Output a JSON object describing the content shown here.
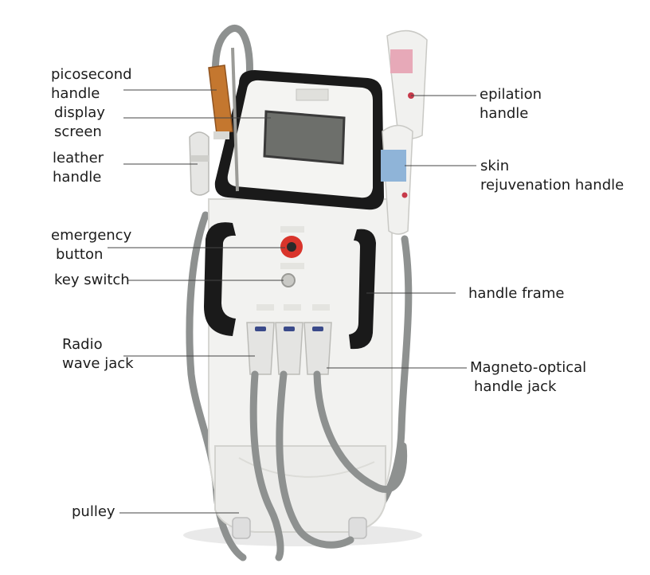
{
  "colors": {
    "body": "#f2f2f0",
    "bezel": "#1a1a1a",
    "screen": "#6d6f6b",
    "emergency": "#d9342b",
    "cable": "#8e9190",
    "copper": "#c4772f",
    "pink": "#e7a9b8",
    "blue": "#8fb4d8",
    "leader": "#444444"
  },
  "labels": {
    "picosecond_handle": [
      "picosecond",
      "handle"
    ],
    "display_screen": [
      "display",
      "screen"
    ],
    "leather_handle": [
      "leather",
      "handle"
    ],
    "emergency_button": [
      "emergency",
      "button"
    ],
    "key_switch": [
      "key switch"
    ],
    "radio_wave_jack": [
      "Radio",
      "wave jack"
    ],
    "pulley": [
      "pulley"
    ],
    "epilation_handle": [
      "epilation",
      "handle"
    ],
    "skin_rejuvenation_handle": [
      "skin",
      "rejuvenation handle"
    ],
    "handle_frame": [
      "handle frame"
    ],
    "magneto_optical_jack": [
      "Magneto-optical",
      "handle jack"
    ]
  }
}
